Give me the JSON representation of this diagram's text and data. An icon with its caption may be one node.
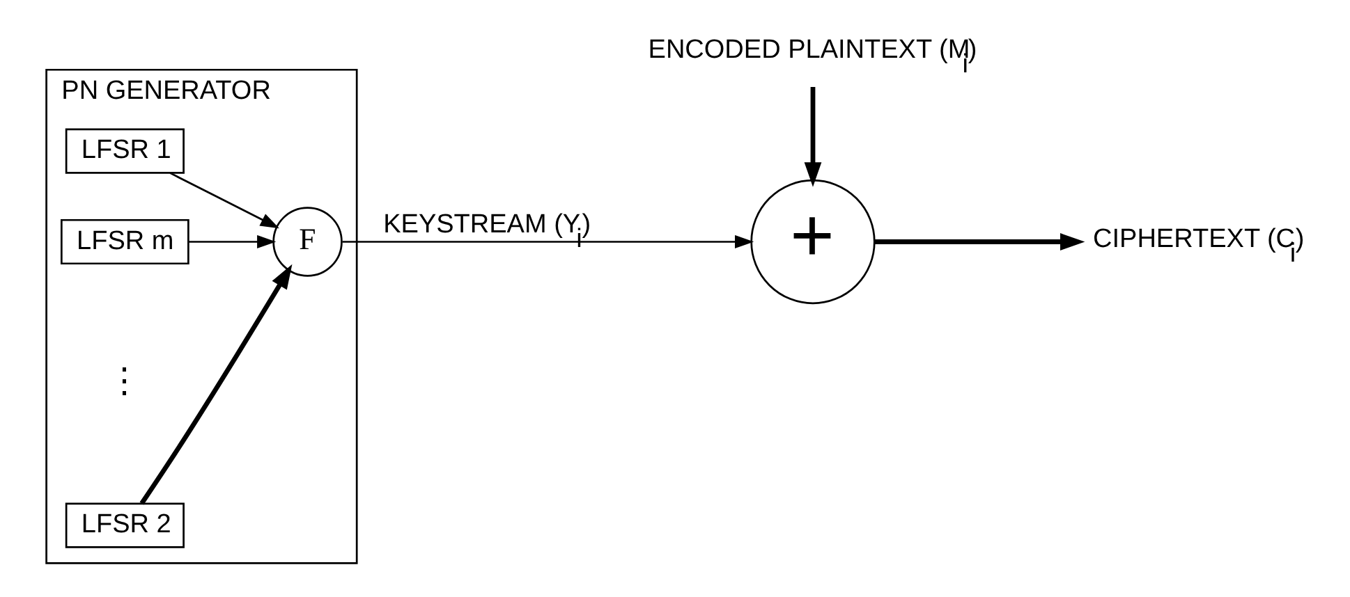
{
  "diagram": {
    "nodes": [
      {
        "text": [
          "PN GENERATOR"
        ]
      },
      {
        "text": [
          "LFSR 1"
        ],
        "in": 0
      },
      {
        "text": [
          "LFSR 2"
        ],
        "in": 0
      },
      {
        "text": [
          "LFSR m"
        ],
        "in": 0
      },
      {
        "text": [
          "F"
        ],
        "in": 0
      },
      {
        "text": [
          "+"
        ]
      },
      {
        "text": [
          "ENCODED PLAINTEXT (M$_{i}$)"
        ]
      },
      {
        "text": [
          "CIPHERTEXT (C$_{i}$)"
        ]
      }
    ],
    "edges": [
      {
        "from": 1,
        "to": 4,
        "arrow": "to"
      },
      {
        "from": 2,
        "to": 4,
        "arrow": "to",
        "style": "thick"
      },
      {
        "from": 3,
        "to": 4,
        "arrow": "to"
      },
      {
        "from": 4,
        "to": 5,
        "arrow": "to",
        "label": "KEYSTREAM (Y$_{i}$)"
      },
      {
        "from": 6,
        "to": 5,
        "arrow": "to",
        "style": "thick"
      },
      {
        "from": 5,
        "to": 7,
        "arrow": "to",
        "style": "thick"
      }
    ],
    "labels": [
      "⋮"
    ]
  }
}
